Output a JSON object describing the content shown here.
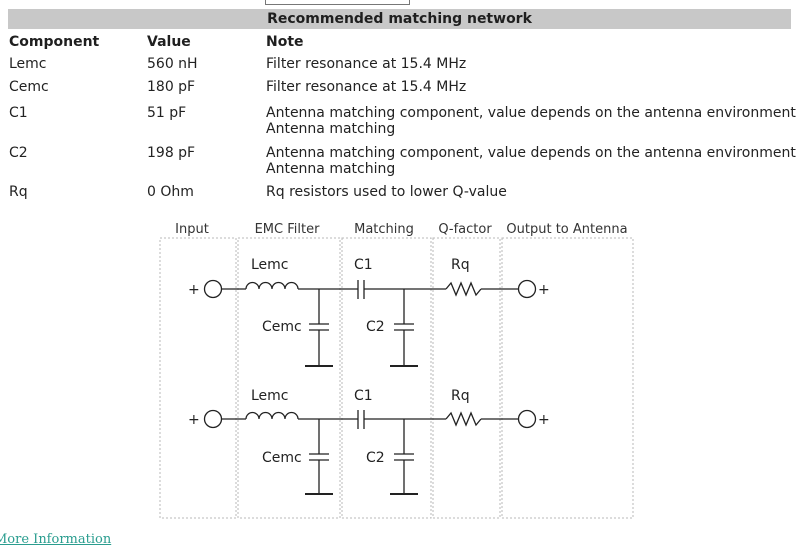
{
  "table": {
    "title": "Recommended matching network",
    "headers": {
      "component": "Component",
      "value": "Value",
      "note": "Note"
    },
    "rows": [
      {
        "component": "Lemc",
        "value": "560 nH",
        "note": "Filter resonance at 15.4 MHz",
        "note2": ""
      },
      {
        "component": "Cemc",
        "value": "180 pF",
        "note": "Filter resonance at 15.4 MHz",
        "note2": ""
      },
      {
        "component": "C1",
        "value": "51 pF",
        "note": "Antenna matching component, value depends on the antenna environment",
        "note2": "Antenna matching"
      },
      {
        "component": "C2",
        "value": "198 pF",
        "note": "Antenna matching component, value depends on the antenna environment",
        "note2": "Antenna matching"
      },
      {
        "component": "Rq",
        "value": "0 Ohm",
        "note": "Rq resistors used to lower Q-value",
        "note2": ""
      }
    ]
  },
  "diagram": {
    "section_labels": [
      "Input",
      "EMC Filter",
      "Matching",
      "Q-factor",
      "Output to Antenna"
    ],
    "component_labels": {
      "lemc": "Lemc",
      "c1": "C1",
      "rq": "Rq",
      "cemc": "Cemc",
      "c2": "C2"
    },
    "plus": "+"
  },
  "footer": {
    "link_text": "More Information"
  }
}
